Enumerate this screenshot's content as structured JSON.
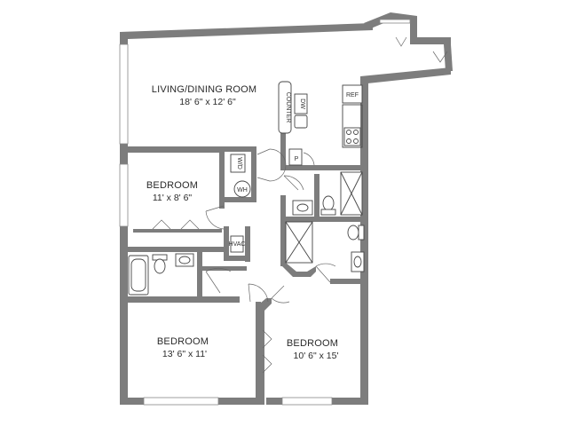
{
  "rooms": {
    "living": {
      "name": "LIVING/DINING ROOM",
      "size": "18' 6\" x 12' 6\""
    },
    "bedroom_small": {
      "name": "BEDROOM",
      "size": "11' x 8' 6\""
    },
    "bedroom_left": {
      "name": "BEDROOM",
      "size": "13' 6\" x 11'"
    },
    "bedroom_right": {
      "name": "BEDROOM",
      "size": "10' 6\" x 15'"
    }
  },
  "fixtures": {
    "counter": "COUNTER",
    "dw": "DW",
    "ref": "REF",
    "pantry": "P",
    "wd": "W/D",
    "wh": "WH",
    "hvac": "HVAC"
  }
}
